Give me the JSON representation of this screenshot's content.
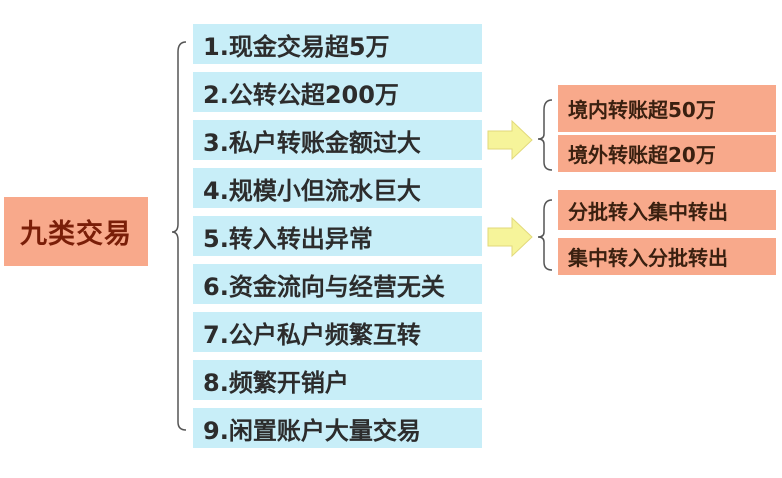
{
  "root": {
    "label": "九类交易"
  },
  "items": [
    {
      "label": "1.现金交易超5万"
    },
    {
      "label": "2.公转公超200万"
    },
    {
      "label": "3.私户转账金额过大"
    },
    {
      "label": "4.规模小但流水巨大"
    },
    {
      "label": "5.转入转出异常"
    },
    {
      "label": "6.资金流向与经营无关"
    },
    {
      "label": "7.公户私户频繁互转"
    },
    {
      "label": "8.频繁开销户"
    },
    {
      "label": "9.闲置账户大量交易"
    }
  ],
  "details_item3": [
    {
      "label": "境内转账超50万"
    },
    {
      "label": "境外转账超20万"
    }
  ],
  "details_item5": [
    {
      "label": "分批转入集中转出"
    },
    {
      "label": "集中转入分批转出"
    }
  ],
  "colors": {
    "item_bg": "#c8eef8",
    "root_bg": "#f8a98b",
    "arrow": "#f6f49a"
  }
}
